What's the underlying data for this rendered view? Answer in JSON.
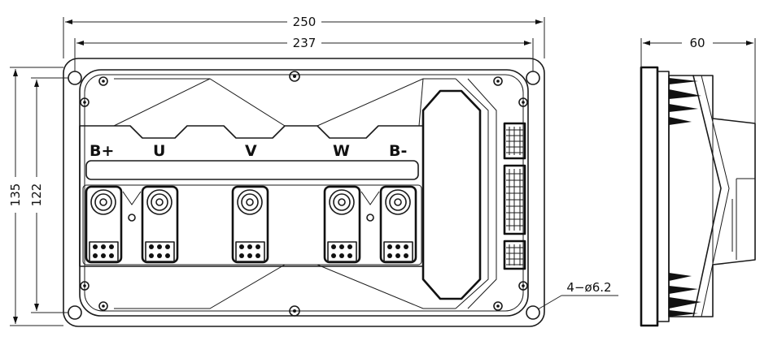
{
  "dimensions": {
    "overall_width": "250",
    "bolt_spacing_width": "237",
    "overall_height": "135",
    "bolt_spacing_height": "122",
    "side_depth": "60",
    "hole_callout": "4−ø6.2"
  },
  "terminals": [
    "B+",
    "U",
    "V",
    "W",
    "B-"
  ],
  "colors": {
    "line": "#1a1a1a",
    "background": "#ffffff"
  }
}
